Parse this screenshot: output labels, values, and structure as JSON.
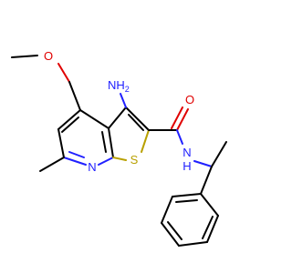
{
  "molecule": {
    "colors": {
      "carbon_bond": "#000000",
      "nitrogen": "#2020ff",
      "oxygen": "#e00000",
      "sulfur": "#b8a000",
      "background": "#ffffff"
    },
    "labels": {
      "ether_oxygen": "O",
      "amine": "NH",
      "amine_subscript": "2",
      "carbonyl_oxygen": "O",
      "thiophene_sulfur": "S",
      "pyridine_nitrogen": "N",
      "amide_nh": "N",
      "amide_h": "H"
    }
  }
}
